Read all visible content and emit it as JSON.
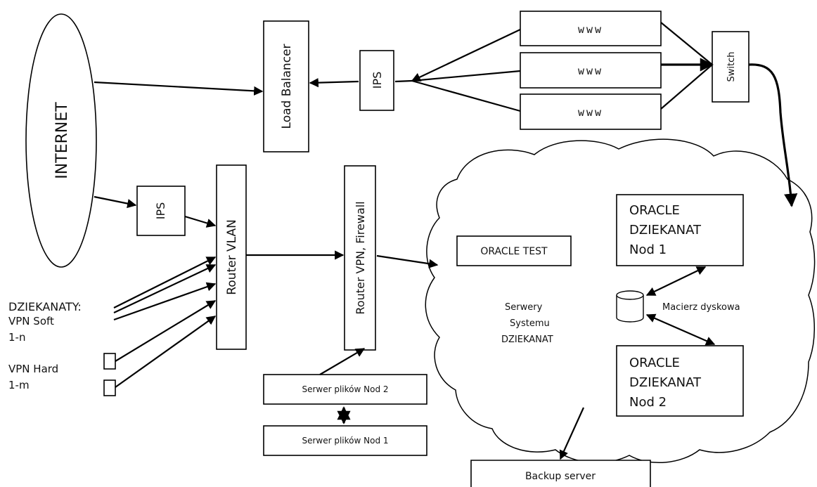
{
  "nodes": {
    "internet": "INTERNET",
    "load_balancer": "Load Balancer",
    "ips_top": "IPS",
    "ips_left": "IPS",
    "www1": "www",
    "www2": "www",
    "www3": "www",
    "switch": "Switch",
    "router_vlan": "Router VLAN",
    "router_vpn": "Router VPN, Firewall",
    "oracle_test": "ORACLE TEST",
    "oracle_nod1": [
      "ORACLE",
      "DZIEKANAT",
      "Nod 1"
    ],
    "oracle_nod2": [
      "ORACLE",
      "DZIEKANAT",
      "Nod 2"
    ],
    "storage": "Macierz dyskowa",
    "servers_label": [
      "Serwery",
      "Systemu",
      "DZIEKANAT"
    ],
    "file_server_2": "Serwer plików Nod 2",
    "file_server_1": "Serwer plików Nod 1",
    "backup": "Backup server"
  },
  "clients": {
    "dziekanaty": "DZIEKANATY:",
    "vpn_soft": "VPN Soft",
    "vpn_soft_range": "1-n",
    "vpn_hard": "VPN Hard",
    "vpn_hard_range": "1-m"
  }
}
